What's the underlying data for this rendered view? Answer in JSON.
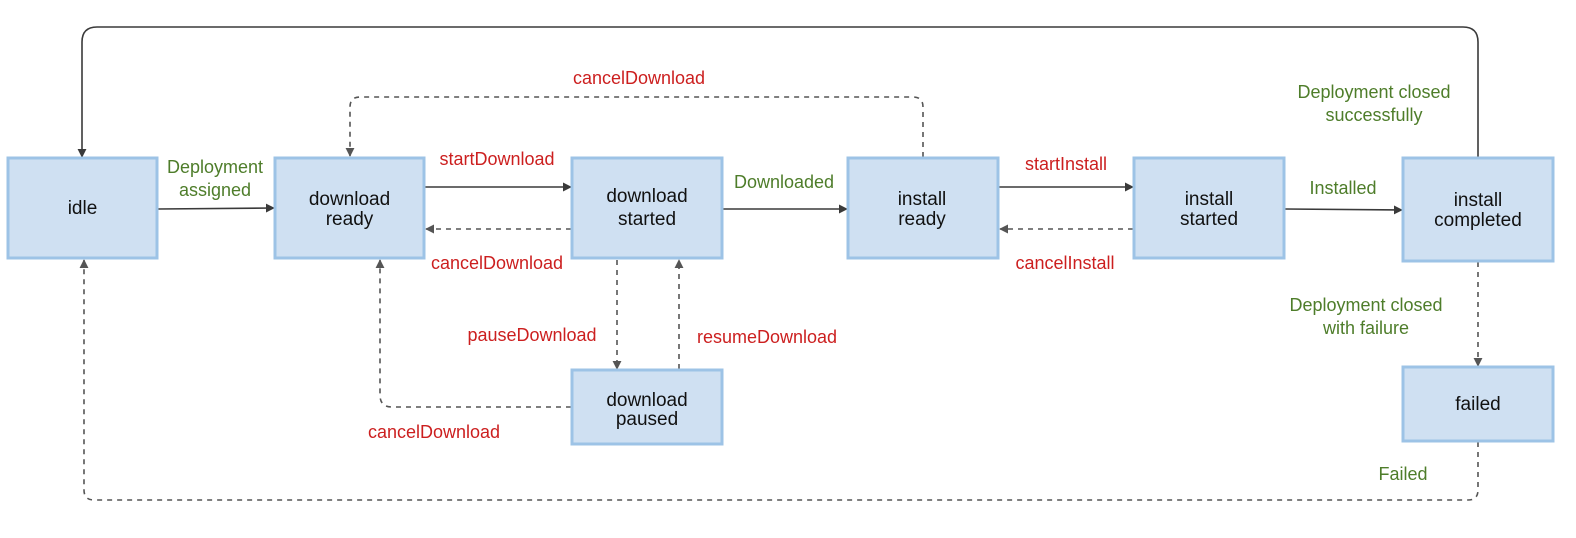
{
  "states": {
    "idle": "idle",
    "download_ready": [
      "download",
      "ready"
    ],
    "download_started": [
      "download",
      "started"
    ],
    "download_paused": [
      "download",
      "paused"
    ],
    "install_ready": [
      "install",
      "ready"
    ],
    "install_started": [
      "install",
      "started"
    ],
    "install_completed": [
      "install",
      "completed"
    ],
    "failed": "failed"
  },
  "transitions": {
    "deployment_assigned": [
      "Deployment",
      "assigned"
    ],
    "start_download": "startDownload",
    "cancel_download_top": "cancelDownload",
    "cancel_download_mid": "cancelDownload",
    "cancel_download_bottom": "cancelDownload",
    "downloaded": "Downloaded",
    "pause_download": "pauseDownload",
    "resume_download": "resumeDownload",
    "start_install": "startInstall",
    "cancel_install": "cancelInstall",
    "installed": "Installed",
    "deployment_closed_successfully": [
      "Deployment closed",
      "successfully"
    ],
    "deployment_closed_with_failure": [
      "Deployment closed",
      "with failure"
    ],
    "failed_transition": "Failed"
  },
  "colors": {
    "box_fill": "#cfe0f2",
    "box_border": "#9dc3e6",
    "event_label": "#cc1f1f",
    "success_label": "#4e7d2a"
  }
}
